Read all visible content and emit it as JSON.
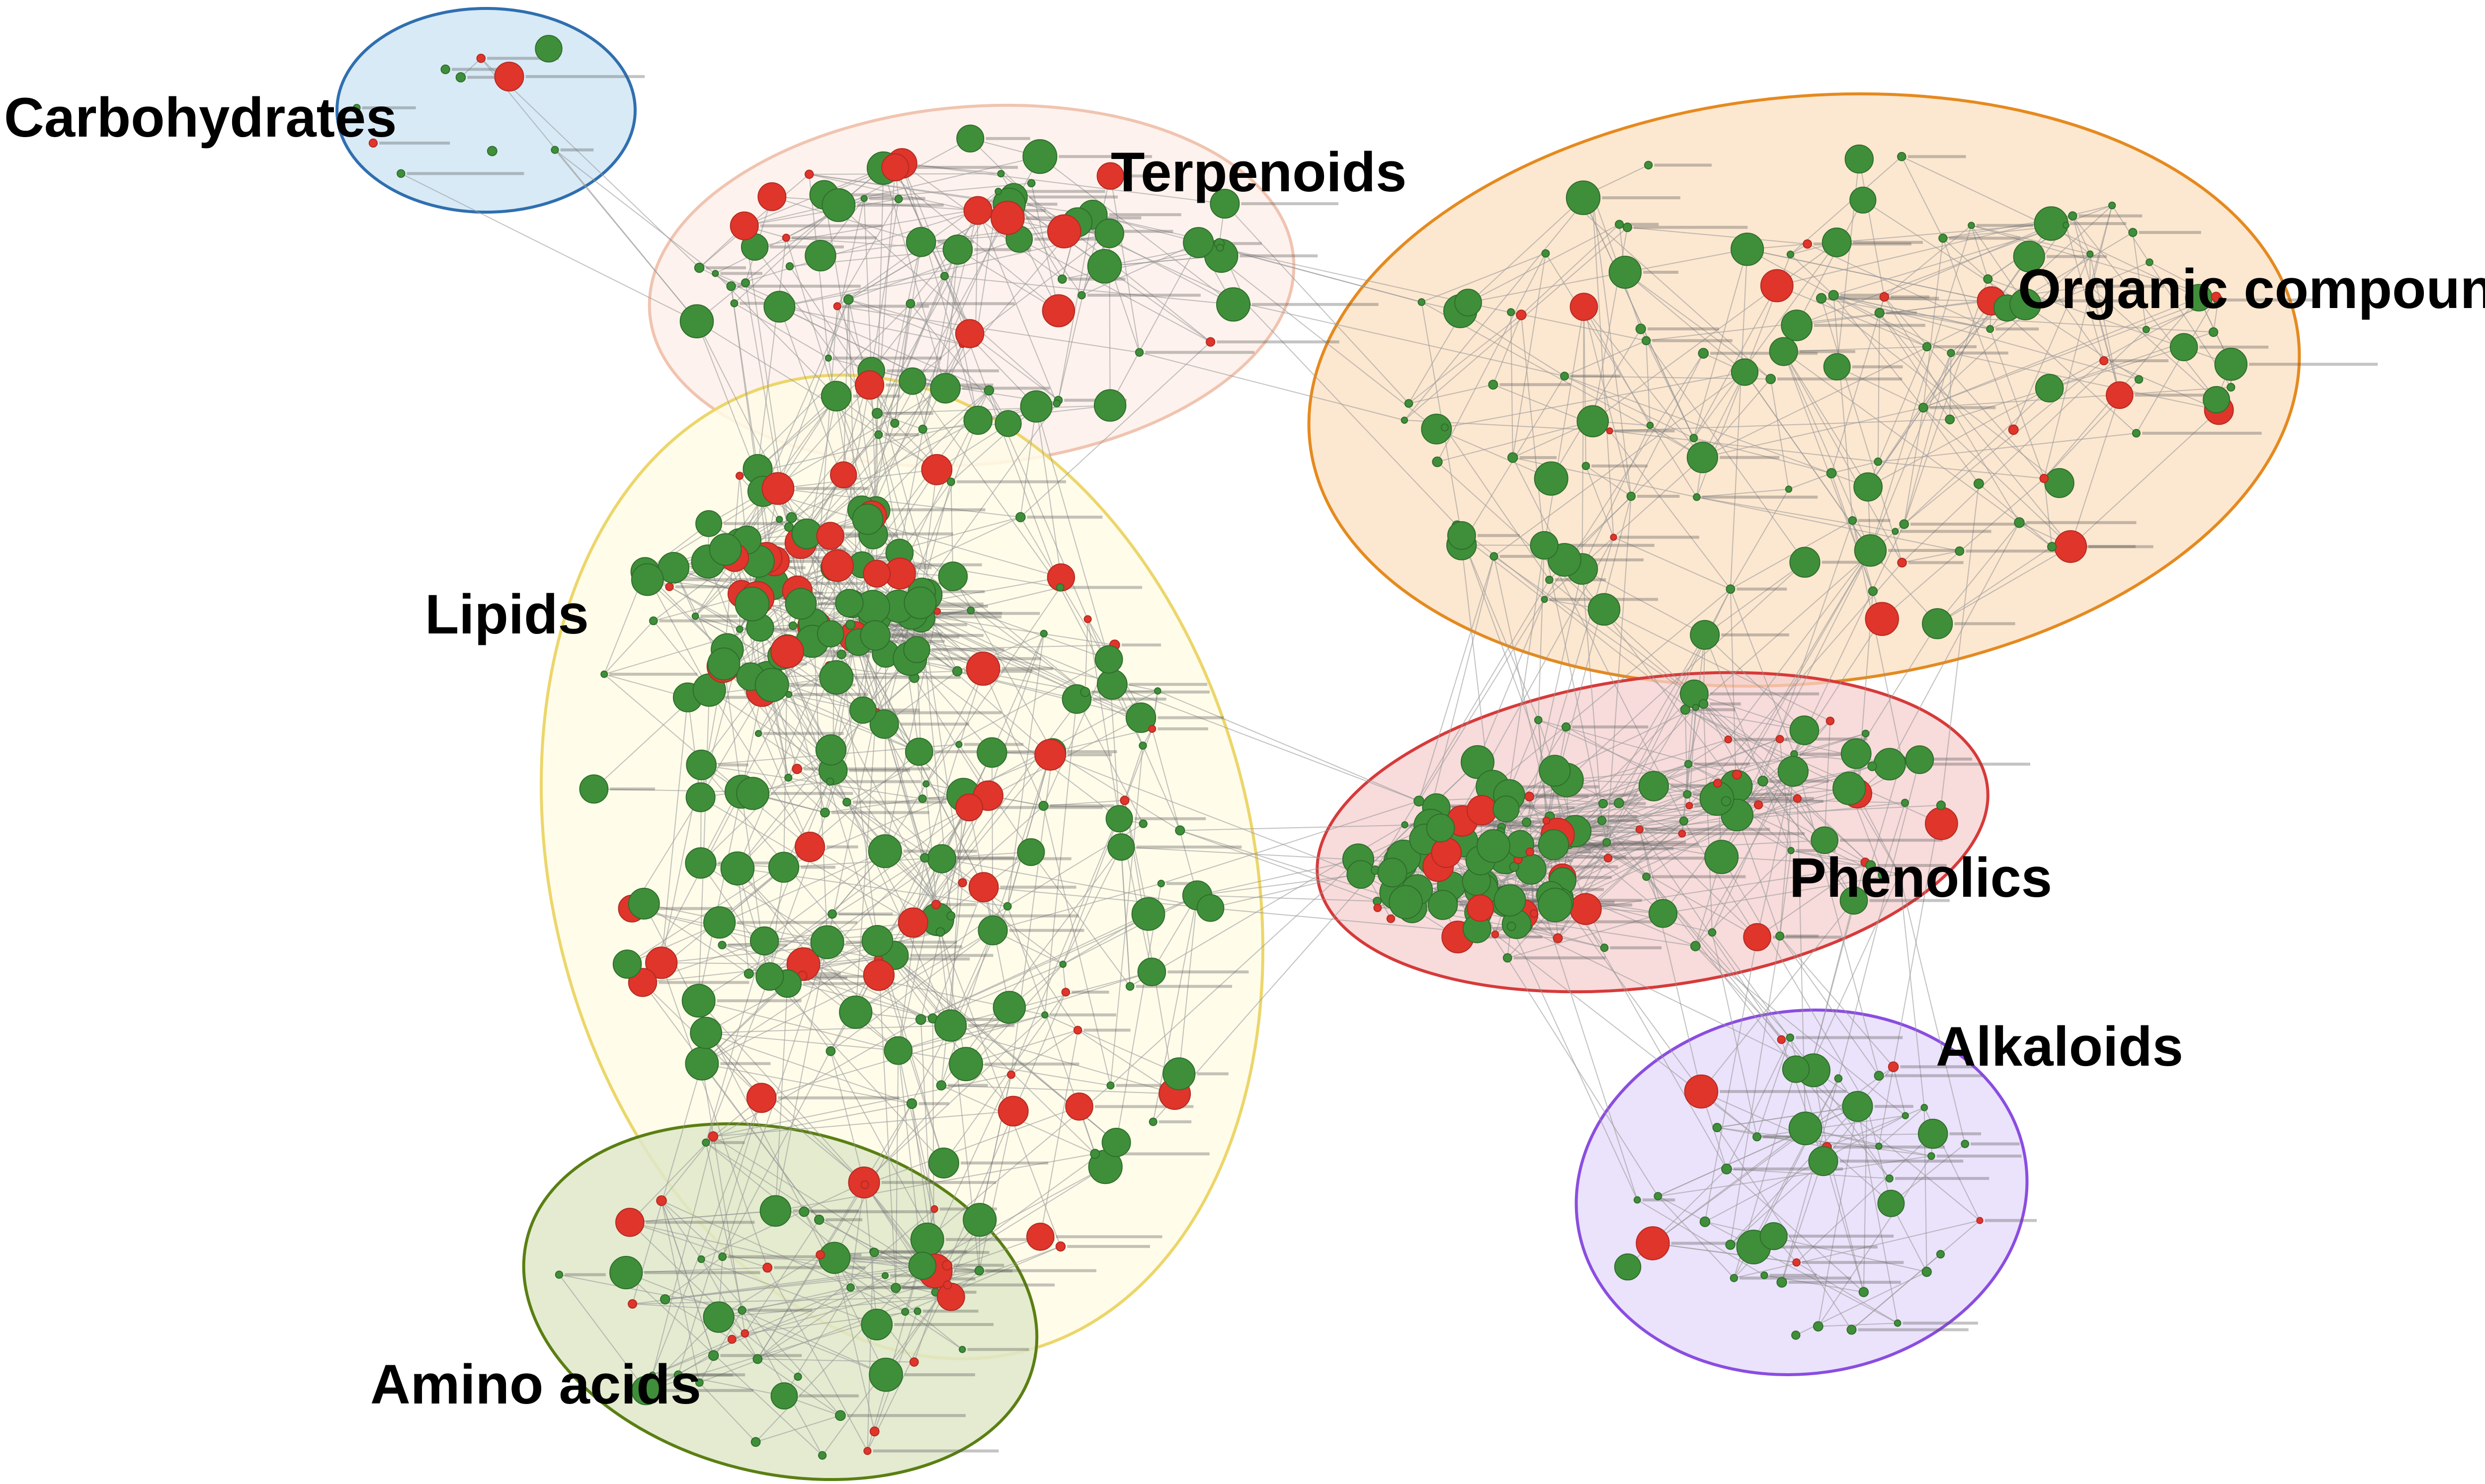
{
  "clusters": [
    {
      "key": "carbohydrates",
      "label": "Carbohydrates",
      "fill": "#d6e9f5",
      "stroke": "#2f6fb0"
    },
    {
      "key": "terpenoids",
      "label": "Terpenoids",
      "fill": "#fdf0ea",
      "stroke": "#f0c4b0"
    },
    {
      "key": "organic",
      "label": "Organic compounds",
      "fill": "#fbe3c8",
      "stroke": "#e58a1f"
    },
    {
      "key": "lipids",
      "label": "Lipids",
      "fill": "#fffbe6",
      "stroke": "#ecd66a"
    },
    {
      "key": "phenolics",
      "label": "Phenolics",
      "fill": "#f6cfcf",
      "stroke": "#d63a3a"
    },
    {
      "key": "alkaloids",
      "label": "Alkaloids",
      "fill": "#e7ddfa",
      "stroke": "#8a4de0"
    },
    {
      "key": "amino",
      "label": "Amino acids",
      "fill": "#dfe8c9",
      "stroke": "#5a7f12"
    }
  ],
  "colors": {
    "node_up": "#e0352b",
    "node_down": "#3f8f3a",
    "edge": "#9a9a9a",
    "label_text": "#555555"
  }
}
